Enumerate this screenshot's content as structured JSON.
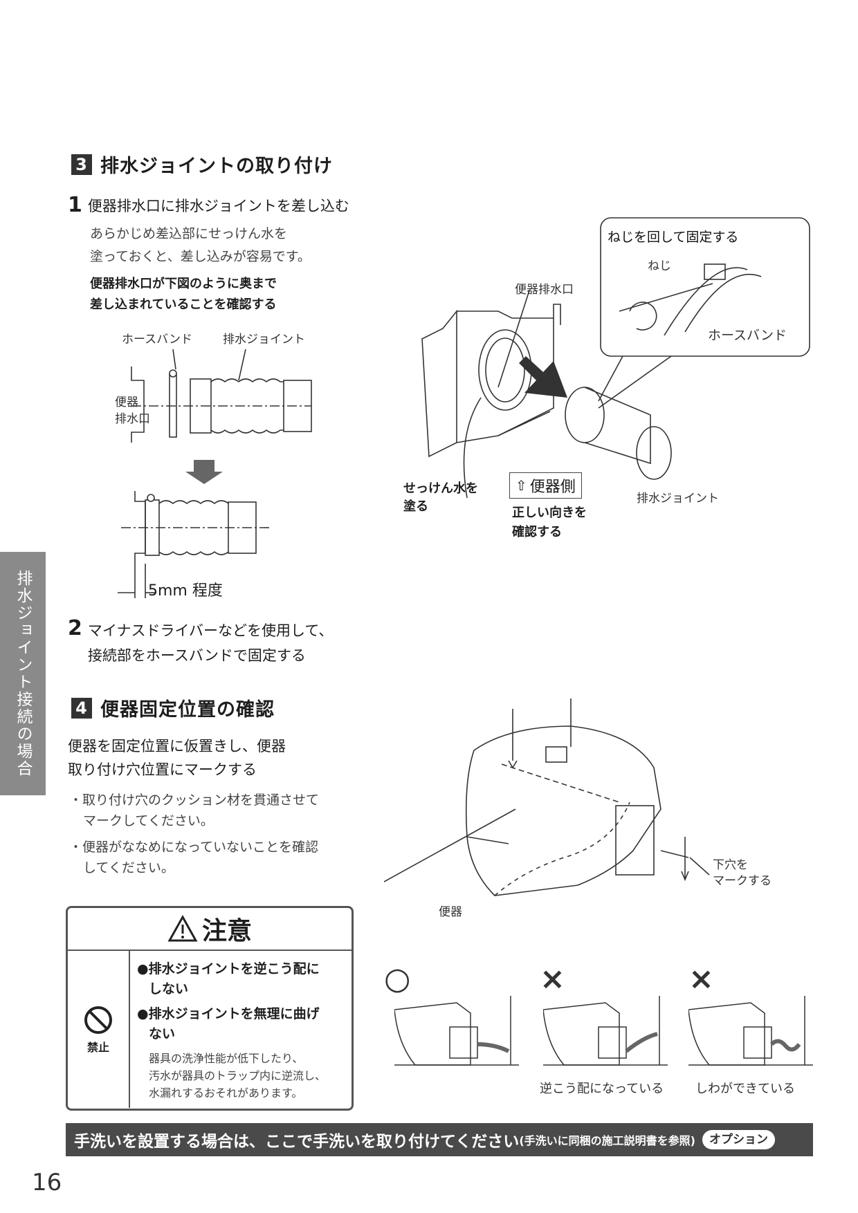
{
  "section3": {
    "num": "3",
    "title": "排水ジョイントの取り付け",
    "step1": {
      "num": "1",
      "title": "便器排水口に排水ジョイントを差し込む",
      "body": [
        "あらかじめ差込部にせっけん水を",
        "塗っておくと、差し込みが容易です。"
      ],
      "note": [
        "便器排水口が下図のように奥まで",
        "差し込まれていることを確認する"
      ]
    },
    "diagram1": {
      "hose_band": "ホースバンド",
      "drain_joint": "排水ジョイント",
      "outlet": [
        "便器",
        "排水口"
      ],
      "depth": "5mm 程度"
    },
    "diagram2": {
      "callout_title": "ねじを回して固定する",
      "screw": "ねじ",
      "hose_band": "ホースバンド",
      "outlet": "便器排水口",
      "soap": [
        "せっけん水を",
        "塗る"
      ],
      "toilet_side": "便器側",
      "orientation": [
        "正しい向きを",
        "確認する"
      ],
      "drain_joint": "排水ジョイント"
    },
    "step2": {
      "num": "2",
      "lines": [
        "マイナスドライバーなどを使用して、",
        "接続部をホースバンドで固定する"
      ]
    }
  },
  "section4": {
    "num": "4",
    "title": "便器固定位置の確認",
    "intro": [
      "便器を固定位置に仮置きし、便器",
      "取り付け穴位置にマークする"
    ],
    "bullets": [
      [
        "・取り付け穴のクッション材を貫通させて",
        "マークしてください。"
      ],
      [
        "・便器がななめになっていないことを確認",
        "してください。"
      ]
    ],
    "diagram": {
      "mark": [
        "下穴を",
        "マークする"
      ],
      "toilet": "便器"
    },
    "examples": [
      {
        "symbol": "○",
        "caption": ""
      },
      {
        "symbol": "×",
        "caption": "逆こう配になっている"
      },
      {
        "symbol": "×",
        "caption": "しわができている"
      }
    ]
  },
  "caution": {
    "title": "注意",
    "prohibit": "禁止",
    "items": [
      [
        "●排水ジョイントを逆こう配に",
        "しない"
      ],
      [
        "●排水ジョイントを無理に曲げ",
        "ない"
      ]
    ],
    "note": [
      "器具の洗浄性能が低下したり、",
      "汚水が器具のトラップ内に逆流し、",
      "水漏れするおそれがあります。"
    ]
  },
  "side_tab": "排水ジョイント接続の場合",
  "bottom_bar": {
    "main": "手洗いを設置する場合は、ここで手洗いを取り付けてください",
    "sub": "(手洗いに同梱の施工説明書を参照)",
    "option": "オプション"
  },
  "page_number": "16"
}
